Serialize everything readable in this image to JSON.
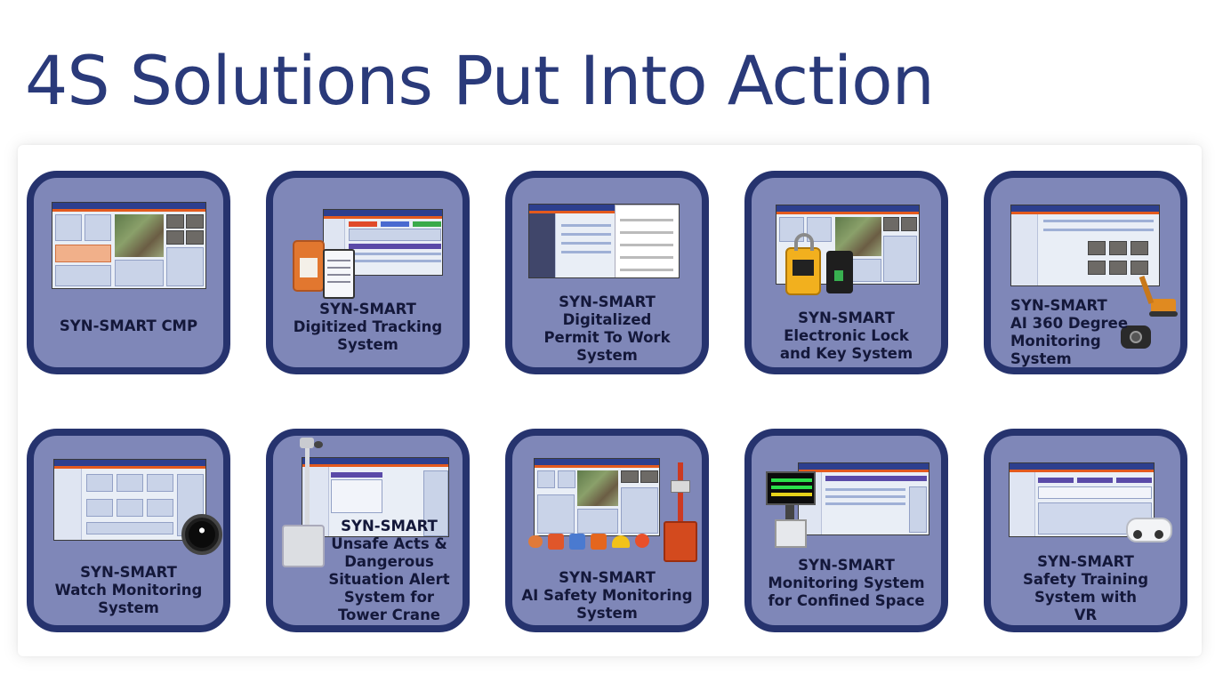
{
  "page": {
    "title": "4S Solutions Put Into Action"
  },
  "colors": {
    "title": "#2a3a7a",
    "card_fill": "#7f87b8",
    "card_border": "#26336e",
    "caption": "#14183a"
  },
  "cards": [
    {
      "caption": "SYN-SMART CMP"
    },
    {
      "caption": "SYN-SMART\nDigitized Tracking\nSystem"
    },
    {
      "caption": "SYN-SMART\nDigitalized\nPermit To Work\nSystem"
    },
    {
      "caption": "SYN-SMART\nElectronic Lock\nand Key System"
    },
    {
      "caption": "SYN-SMART\nAI 360 Degree\nMonitoring\nSystem"
    },
    {
      "caption": "SYN-SMART\nWatch Monitoring\nSystem"
    },
    {
      "caption": "SYN-SMART\nUnsafe Acts &\nDangerous\nSituation Alert\nSystem for\nTower Crane"
    },
    {
      "caption": "SYN-SMART\nAI Safety Monitoring\nSystem"
    },
    {
      "caption": "SYN-SMART\nMonitoring System\nfor Confined Space"
    },
    {
      "caption": "SYN-SMART\nSafety Training\nSystem with\nVR"
    }
  ]
}
